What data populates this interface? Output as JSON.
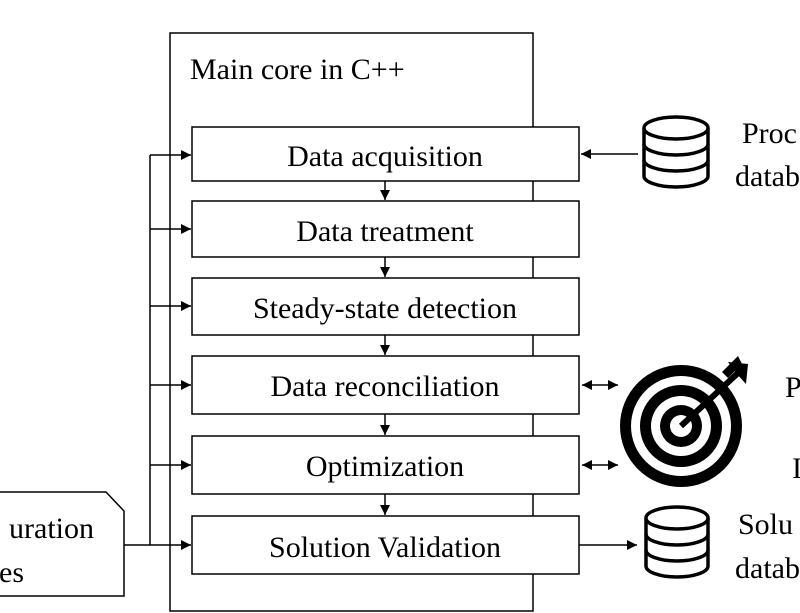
{
  "core": {
    "title": "Main core in C++"
  },
  "steps": [
    {
      "label": "Data acquisition"
    },
    {
      "label": "Data treatment"
    },
    {
      "label": "Steady-state detection"
    },
    {
      "label": "Data reconciliation"
    },
    {
      "label": "Optimization"
    },
    {
      "label": "Solution Validation"
    }
  ],
  "config_files": {
    "line1": "uration",
    "line2": "es"
  },
  "process_db": {
    "line1": "Proc",
    "line2": "datab"
  },
  "target": {
    "line1": "P",
    "line2": "I"
  },
  "solution_db": {
    "line1": "Solu",
    "line2": "datab"
  },
  "icons": {
    "database": "database-icon",
    "target": "target-icon"
  }
}
